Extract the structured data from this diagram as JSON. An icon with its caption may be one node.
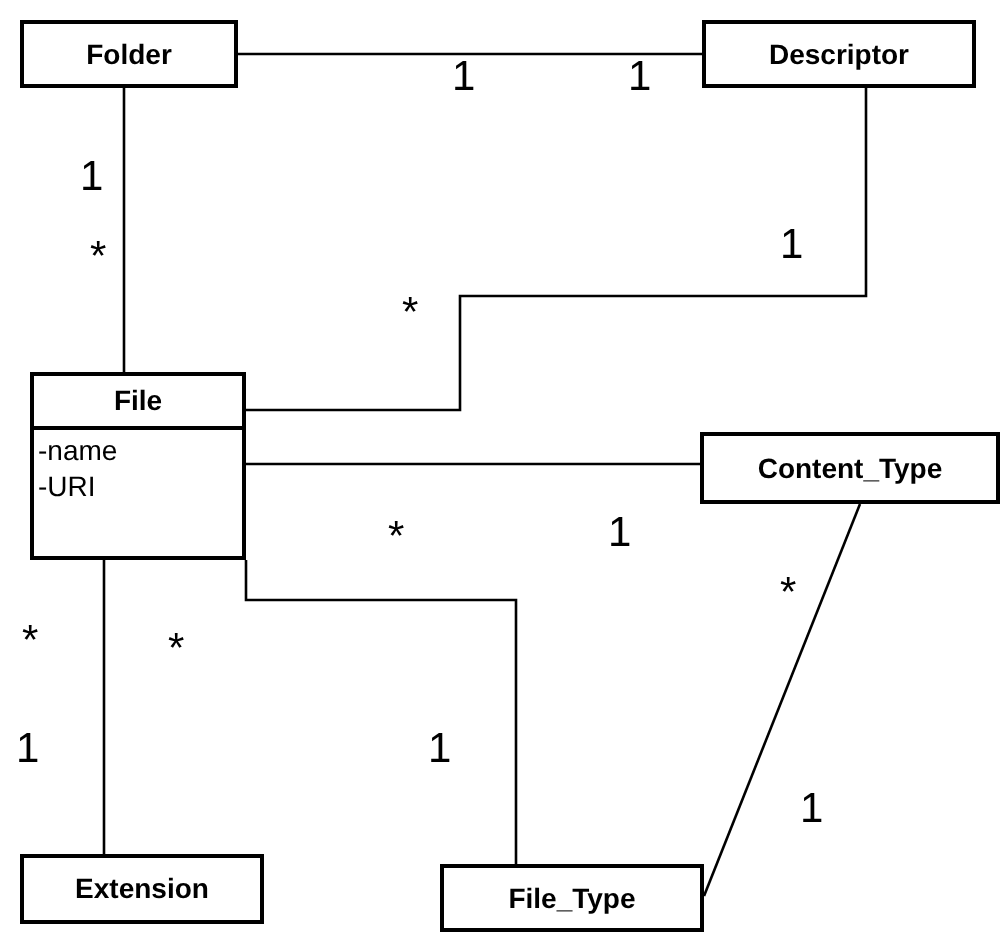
{
  "diagram": {
    "nodes": [
      {
        "text": [
          "Folder"
        ]
      },
      {
        "text": [
          "Descriptor"
        ]
      },
      {
        "text": [
          "File",
          "-name",
          "-URI"
        ]
      },
      {
        "text": [
          "Content_Type"
        ]
      },
      {
        "text": [
          "Extension"
        ]
      },
      {
        "text": [
          "File_Type"
        ]
      }
    ],
    "edges": [
      {
        "from": 0,
        "to": 1,
        "arrow": "none"
      },
      {
        "from": 0,
        "to": 2,
        "arrow": "none"
      },
      {
        "from": 1,
        "to": 2,
        "arrow": "none"
      },
      {
        "from": 2,
        "to": 3,
        "arrow": "none"
      },
      {
        "from": 2,
        "to": 4,
        "arrow": "none"
      },
      {
        "from": 2,
        "to": 5,
        "arrow": "none"
      },
      {
        "from": 3,
        "to": 5,
        "arrow": "none"
      }
    ],
    "labels": [
      "1",
      "1",
      "1",
      "1",
      "*",
      "*",
      "*",
      "1",
      "*",
      "*",
      "*",
      "1",
      "1",
      "1"
    ]
  }
}
